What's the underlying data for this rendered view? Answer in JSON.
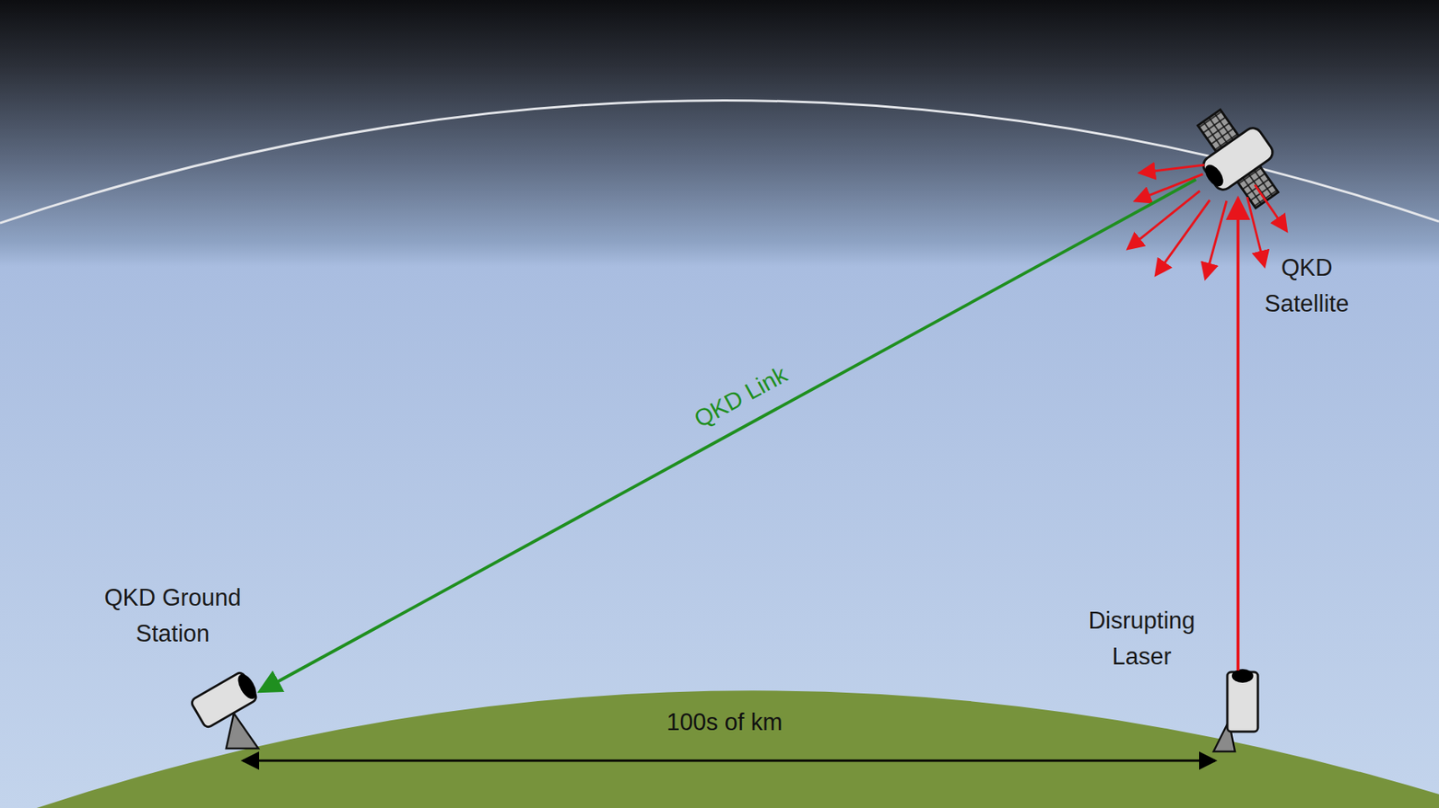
{
  "diagram": {
    "nodes": [
      {
        "text": [
          "QKD Satellite"
        ]
      },
      {
        "text": [
          "QKD Ground Station"
        ]
      },
      {
        "text": [
          "Disrupting Laser"
        ]
      }
    ],
    "edges": [
      {
        "from": 0,
        "to": 1,
        "arrow": "to",
        "label": "QKD Link"
      },
      {
        "from": 2,
        "to": 0,
        "arrow": "to"
      }
    ],
    "labels": [
      "100s of km"
    ]
  }
}
